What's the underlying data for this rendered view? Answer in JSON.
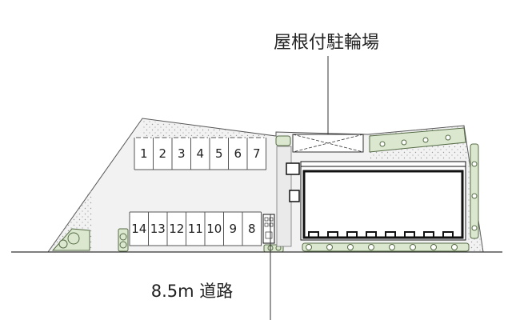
{
  "labels": {
    "covered_bicycle_parking": "屋根付駐輪場",
    "road": "8.5m 道路"
  },
  "parking": {
    "top_row": [
      "1",
      "2",
      "3",
      "4",
      "5",
      "6",
      "7"
    ],
    "bottom_row": [
      "14",
      "13",
      "12",
      "11",
      "10",
      "9",
      "8"
    ]
  },
  "colors": {
    "lot": "#f2f2f2",
    "outline": "#555555",
    "greenery": "#dbe8cf",
    "shrub_outline": "#556b45",
    "building": "#ffffff",
    "building_wall": "#111111",
    "road_line": "#333333"
  }
}
